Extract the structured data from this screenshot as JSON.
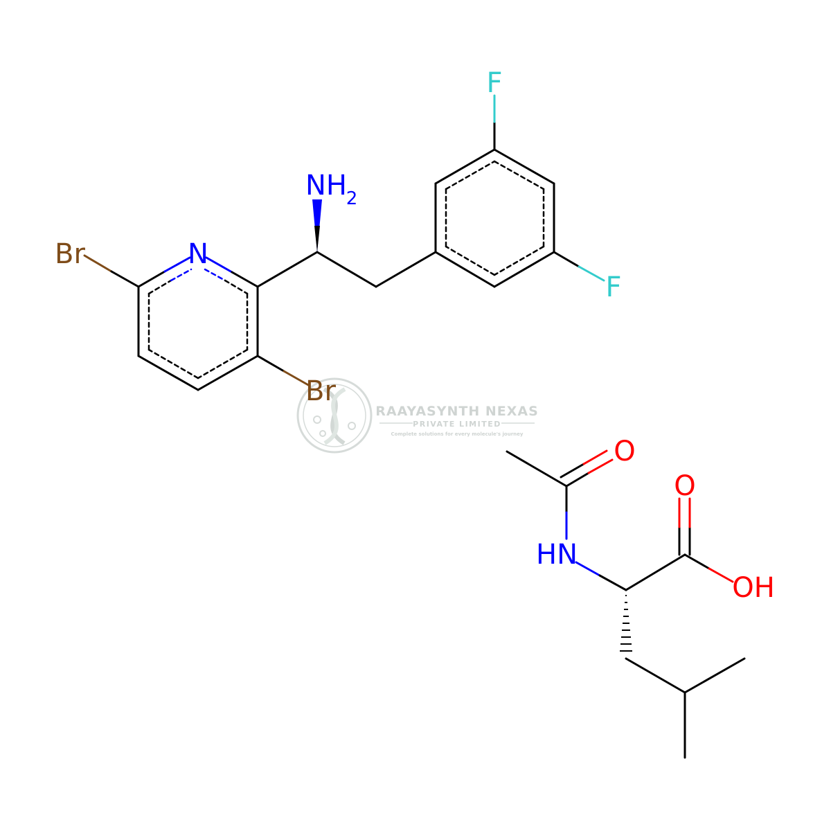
{
  "colors": {
    "bond": "#000000",
    "nitrogen": "#0000ff",
    "oxygen": "#ff0000",
    "fluorine": "#33cccc",
    "bromine": "#7f4c19",
    "watermark": "#cfd4d2"
  },
  "molecule1": {
    "atoms": {
      "br1": "Br",
      "n_ring": "N",
      "br2": "Br",
      "nh2": "NH",
      "nh2_sub": "2",
      "f1": "F",
      "f2": "F"
    }
  },
  "molecule2": {
    "atoms": {
      "o_amide": "O",
      "nh": "HN",
      "o_acid": "O",
      "oh": "OH"
    }
  },
  "watermark": {
    "company": "RAAYASYNTH NEXAS",
    "subtitle": "PRIVATE LIMITED",
    "tagline": "Complete solutions for every molecule's journey",
    "logo_icon": "dna-helix-icon"
  }
}
